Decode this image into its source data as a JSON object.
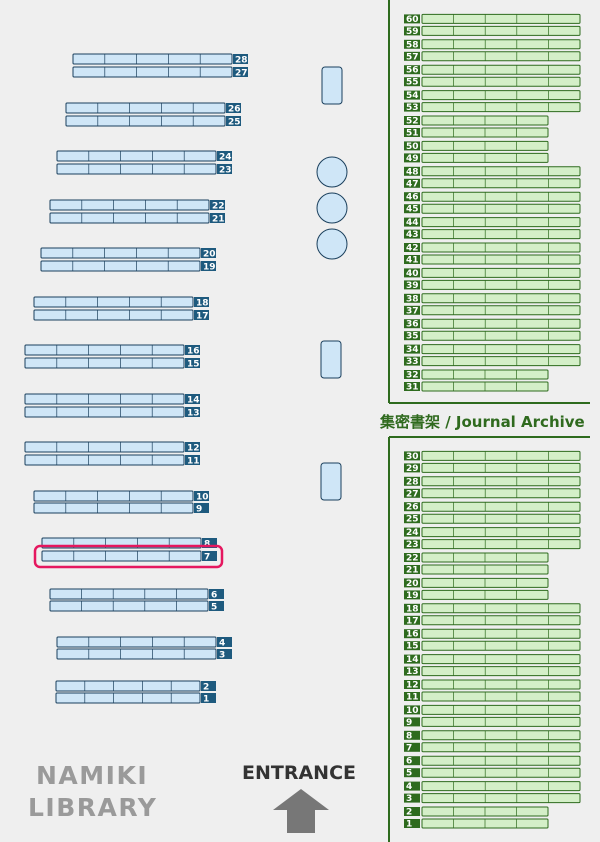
{
  "library_name": {
    "line1": "NAMIKI",
    "line2": "LIBRARY"
  },
  "entrance": {
    "label": "ENTRANCE"
  },
  "archive": {
    "label": "集密書架 / Journal Archive"
  },
  "colors": {
    "background": "#efefef",
    "shelf_fill": "#cfe6f7",
    "shelf_border": "#1a3f5c",
    "shelf_number_bg": "#1e5a7e",
    "journal_fill": "#d4efc8",
    "journal_border": "#2e6b1e",
    "journal_number_bg": "#2e6b1e",
    "highlight": "#e5175f",
    "arrow": "#777777"
  },
  "left_shelves": [
    "1",
    "2",
    "3",
    "4",
    "5",
    "6",
    "7",
    "8",
    "9",
    "10",
    "11",
    "12",
    "13",
    "14",
    "15",
    "16",
    "17",
    "18",
    "19",
    "20",
    "21",
    "22",
    "23",
    "24",
    "25",
    "26",
    "27",
    "28"
  ],
  "highlighted_shelf": "7",
  "journal_shelves_upper": [
    "31",
    "32",
    "33",
    "34",
    "35",
    "36",
    "37",
    "38",
    "39",
    "40",
    "41",
    "42",
    "43",
    "44",
    "45",
    "46",
    "47",
    "48",
    "49",
    "50",
    "51",
    "52",
    "53",
    "54",
    "55",
    "56",
    "57",
    "58",
    "59",
    "60"
  ],
  "journal_shelves_lower": [
    "1",
    "2",
    "3",
    "4",
    "5",
    "6",
    "7",
    "8",
    "9",
    "10",
    "11",
    "12",
    "13",
    "14",
    "15",
    "16",
    "17",
    "18",
    "19",
    "20",
    "21",
    "22",
    "23",
    "24",
    "25",
    "26",
    "27",
    "28",
    "29",
    "30"
  ],
  "furniture": [
    "table",
    "round-table",
    "round-table",
    "round-table",
    "table",
    "table"
  ]
}
